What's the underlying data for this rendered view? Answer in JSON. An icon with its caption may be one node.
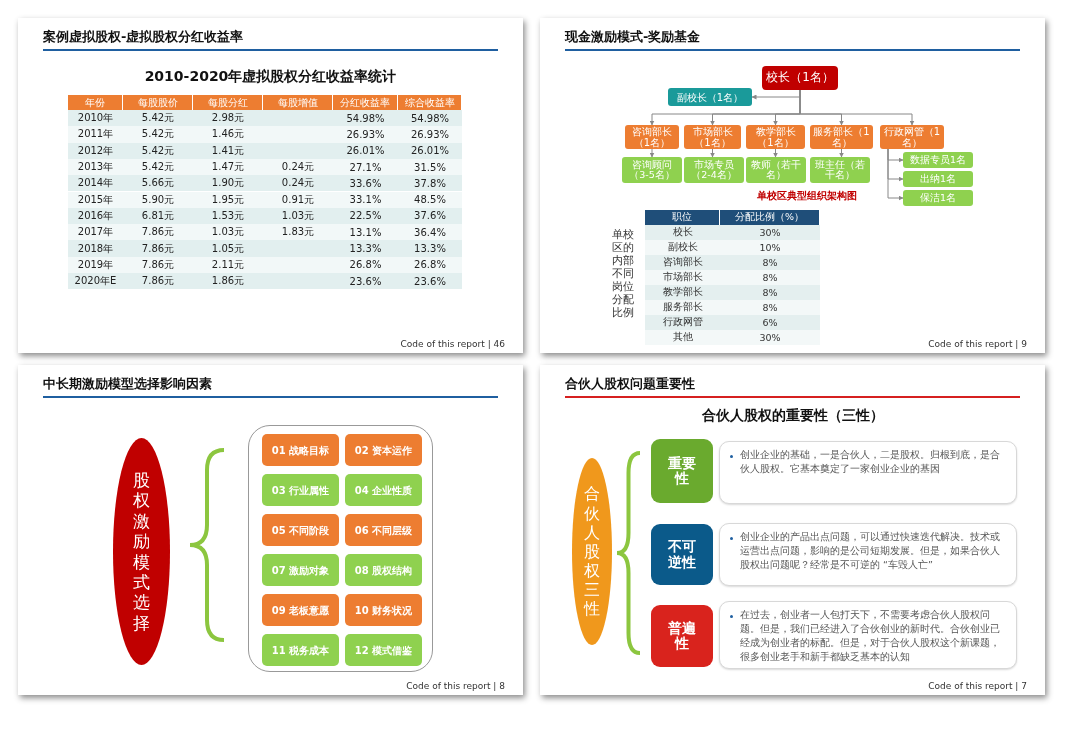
{
  "diagram": {
    "nodes": [
      {
        "text": [
          "案例虚拟股权-虚拟股权分红收益率",
          "Code of this report | 46"
        ]
      },
      {
        "text": [
          "现金激励模式-奖励基金",
          "Code of this report | 9"
        ]
      },
      {
        "text": [
          "校长（1名）"
        ],
        "in": 1
      },
      {
        "text": [
          "副校长（1名）"
        ],
        "in": 1
      },
      {
        "text": [
          "咨询部长（1名）"
        ],
        "in": 1
      },
      {
        "text": [
          "市场部长（1名）"
        ],
        "in": 1
      },
      {
        "text": [
          "教学部长（1名）"
        ],
        "in": 1
      },
      {
        "text": [
          "服务部长（1名）"
        ],
        "in": 1
      },
      {
        "text": [
          "行政网管（1名）"
        ],
        "in": 1
      },
      {
        "text": [
          "咨询顾问（3-5名）"
        ],
        "in": 1
      },
      {
        "text": [
          "市场专员（2-4名）"
        ],
        "in": 1
      },
      {
        "text": [
          "教师（若干名）"
        ],
        "in": 1
      },
      {
        "text": [
          "班主任（若干名）"
        ],
        "in": 1
      },
      {
        "text": [
          "数据专员1名"
        ],
        "in": 1
      },
      {
        "text": [
          "出纳1名"
        ],
        "in": 1
      },
      {
        "text": [
          "保洁1名"
        ],
        "in": 1
      },
      {
        "text": [
          "中长期激励模型选择影响因素",
          "Code of this report | 8"
        ]
      },
      {
        "text": [
          "股权激励模式选择"
        ],
        "in": 16
      },
      {
        "text": [],
        "shape": "box",
        "in": 16
      },
      {
        "text": [
          "01 战略目标"
        ],
        "in": 18
      },
      {
        "text": [
          "02 资本运作"
        ],
        "in": 18
      },
      {
        "text": [
          "03 行业属性"
        ],
        "in": 18
      },
      {
        "text": [
          "04 企业性质"
        ],
        "in": 18
      },
      {
        "text": [
          "05 不同阶段"
        ],
        "in": 18
      },
      {
        "text": [
          "06 不同层级"
        ],
        "in": 18
      },
      {
        "text": [
          "07 激励对象"
        ],
        "in": 18
      },
      {
        "text": [
          "08 股权结构"
        ],
        "in": 18
      },
      {
        "text": [
          "09 老板意愿"
        ],
        "in": 18
      },
      {
        "text": [
          "10 财务状况"
        ],
        "in": 18
      },
      {
        "text": [
          "11 税务成本"
        ],
        "in": 18
      },
      {
        "text": [
          "12 模式借鉴"
        ],
        "in": 18
      },
      {
        "text": [
          "合伙人股权问题重要性",
          "Code of this report | 7"
        ]
      },
      {
        "text": [
          "合伙人股权三性"
        ],
        "in": 31
      },
      {
        "text": [
          "重要性"
        ],
        "in": 31
      },
      {
        "text": [
          "创业企业的基础，一是合伙人，二是股权。归根到底，是合伙人股权。它基本奠定了一家创业企业的基因"
        ],
        "in": 31
      },
      {
        "text": [
          "不可逆性"
        ],
        "in": 31
      },
      {
        "text": [
          "创业企业的产品出点问题，可以通过快速迭代解决。技术或运营出点问题，影响的是公司短期发展。但是，如果合伙人股权出问题呢？经常是不可逆的 “车毁人亡”"
        ],
        "in": 31
      },
      {
        "text": [
          "普遍性"
        ],
        "in": 31
      },
      {
        "text": [
          "在过去，创业者一人包打天下，不需要考虑合伙人股权问题。但是，我们已经进入了合伙创业的新时代。合伙创业已经成为创业者的标配。但是，对于合伙人股权这个新课题，很多创业老手和新手都缺乏基本的认知"
        ],
        "in": 31
      }
    ],
    "edges": [
      {
        "from": 2,
        "to": 3,
        "arrow": "to"
      },
      {
        "from": 2,
        "to": 4,
        "arrow": "to"
      },
      {
        "from": 2,
        "to": 5,
        "arrow": "to"
      },
      {
        "from": 2,
        "to": 6,
        "arrow": "to"
      },
      {
        "from": 2,
        "to": 7,
        "arrow": "to"
      },
      {
        "from": 2,
        "to": 8,
        "arrow": "to"
      },
      {
        "from": 4,
        "to": 9,
        "arrow": "to"
      },
      {
        "from": 5,
        "to": 10,
        "arrow": "to"
      },
      {
        "from": 6,
        "to": 11,
        "arrow": "to"
      },
      {
        "from": 7,
        "to": 12,
        "arrow": "to"
      },
      {
        "from": 8,
        "to": 13,
        "arrow": "to"
      },
      {
        "from": 8,
        "to": 14,
        "arrow": "to"
      },
      {
        "from": 8,
        "to": 15,
        "arrow": "to"
      }
    ],
    "labels": [
      "2010-2020年虚拟股权分红收益率统计",
      "年份",
      "每股股价",
      "每股分红",
      "每股增值",
      "分红收益率",
      "综合收益率",
      "2010年",
      "5.42元",
      "2.98元",
      "54.98%",
      "54.98%",
      "2011年",
      "5.42元",
      "1.46元",
      "26.93%",
      "26.93%",
      "2012年",
      "5.42元",
      "1.41元",
      "26.01%",
      "26.01%",
      "2013年",
      "5.42元",
      "1.47元",
      "0.24元",
      "27.1%",
      "31.5%",
      "2014年",
      "5.66元",
      "1.90元",
      "0.24元",
      "33.6%",
      "37.8%",
      "2015年",
      "5.90元",
      "1.95元",
      "0.91元",
      "33.1%",
      "48.5%",
      "2016年",
      "6.81元",
      "1.53元",
      "1.03元",
      "22.5%",
      "37.6%",
      "2017年",
      "7.86元",
      "1.03元",
      "1.83元",
      "13.1%",
      "36.4%",
      "2018年",
      "7.86元",
      "1.05元",
      "13.3%",
      "13.3%",
      "2019年",
      "7.86元",
      "2.11元",
      "26.8%",
      "26.8%",
      "2020年E",
      "7.86元",
      "1.86元",
      "23.6%",
      "23.6%",
      "单校区典型组织架构图",
      "单校区的内部不同岗位分配比例",
      "职位",
      "分配比例（%）",
      "校长",
      "30%",
      "副校长",
      "10%",
      "咨询部长",
      "8%",
      "市场部长",
      "8%",
      "教学部长",
      "8%",
      "服务部长",
      "8%",
      "行政网管",
      "6%",
      "其他",
      "30%",
      "合伙人股权的重要性（三性）"
    ]
  }
}
